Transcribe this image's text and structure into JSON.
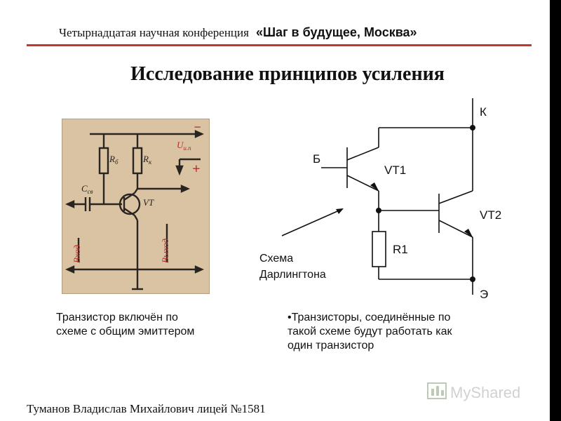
{
  "header": {
    "conference_text": "Четырнадцатая научная конференция",
    "conference_name": "«Шаг в будущее, Москва»"
  },
  "title": "Исследование принципов усиления",
  "left_schematic": {
    "labels": {
      "rb": "R",
      "rb_sub": "б",
      "rk": "R",
      "rk_sub": "к",
      "csv": "C",
      "csv_sub": "св",
      "vt": "VT",
      "supply": "U",
      "supply_sub": "и.п",
      "minus": "−",
      "plus": "+",
      "input": "Вход",
      "output": "Выход"
    }
  },
  "darlington": {
    "labels": {
      "k": "К",
      "b": "Б",
      "vt1": "VT1",
      "vt2": "VT2",
      "r1": "R1",
      "e": "Э",
      "scheme_line1": "Схема",
      "scheme_line2": "Дарлингтона"
    }
  },
  "captions": {
    "left_line1": "Транзистор включён по",
    "left_line2": "схеме с общим эмиттером",
    "right_line1": "•Транзисторы, соединённые по",
    "right_line2": "такой схеме будут работать как",
    "right_line3": "один транзистор"
  },
  "footer": "Туманов Владислав Михайлович лицей №1581",
  "watermark": "MyShared",
  "colors": {
    "accent_rule": "#c0392b",
    "photo_bg": "#d9c3a3",
    "photo_ink": "#2a2420",
    "photo_red": "#b03030"
  }
}
